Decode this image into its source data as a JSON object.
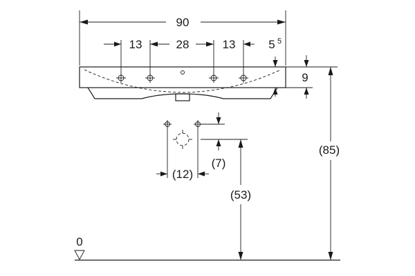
{
  "diagram": {
    "dimensions": {
      "overall_width": "90",
      "left_offset": "13",
      "center_spacing": "28",
      "right_offset": "13",
      "edge_offset_main": "5",
      "edge_offset_sup": "5",
      "basin_height": "9",
      "total_height": "(85)",
      "fitting_spacing": "(12)",
      "fitting_offset": "(7)",
      "drain_height": "(53)",
      "floor_level": "0"
    }
  }
}
